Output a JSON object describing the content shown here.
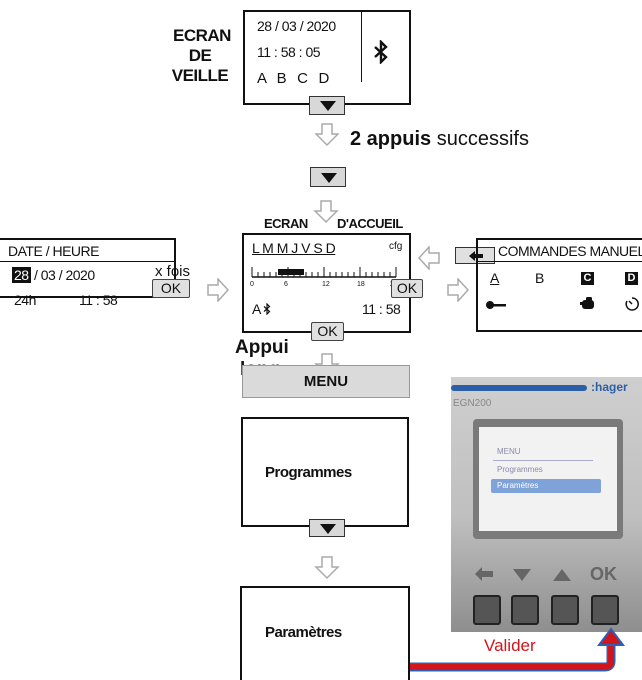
{
  "standby": {
    "label_line1": "ECRAN",
    "label_line2": "DE VEILLE",
    "date": "28 / 03 / 2020",
    "time": "11 : 58 : 05",
    "channels": "A   B   C   D",
    "bluetooth_icon": "bluetooth-icon"
  },
  "step1": {
    "bold": "2 appuis",
    "rest": " successifs"
  },
  "home": {
    "label_left": "ECRAN",
    "label_right": "D'ACCUEIL",
    "days": "L M M J V S D",
    "cfg": "cfg",
    "ticks": [
      "0",
      "6",
      "12",
      "18",
      "24"
    ],
    "channel": "A",
    "time": "11 : 58",
    "ok": "OK"
  },
  "date_time": {
    "title": "DATE / HEURE",
    "day": "28",
    "rest_date": "/ 03 / 2020",
    "mode": "24h",
    "time": "11 : 58",
    "times_label": "x fois",
    "ok": "OK"
  },
  "manual": {
    "title": "COMMANDES MANUEL",
    "a": "A",
    "b": "B",
    "c": "C",
    "d": "D"
  },
  "long_press": {
    "line1": "Appui",
    "line2": "long",
    "ok": "OK"
  },
  "menu": {
    "label": "MENU"
  },
  "programmes": {
    "label": "Programmes"
  },
  "parametres": {
    "label": "Paramètres"
  },
  "device": {
    "brand": ":hager",
    "model": "EGN200",
    "screen_items": [
      "MENU",
      "Programmes",
      "Paramètres"
    ],
    "key_ok": "OK"
  },
  "valider": {
    "label": "Valider"
  },
  "colors": {
    "arrow_red": "#d0151c",
    "arrow_blue": "#2f5fb3",
    "brand_blue": "#2b5fa8"
  }
}
